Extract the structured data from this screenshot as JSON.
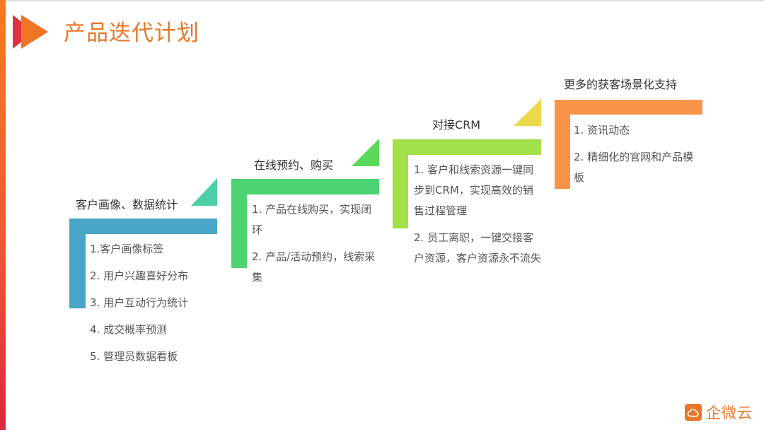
{
  "page": {
    "title": "产品迭代计划",
    "accent_color": "#e8772a"
  },
  "steps": [
    {
      "title": "客户画像、数据统计",
      "bar_color": "#4aa6c6",
      "triangle_color": "#4ecfa8",
      "items": [
        "1.客户画像标签",
        "2. 用户兴趣喜好分布",
        "3. 用户互动行为统计",
        "4. 成交概率预测",
        "5. 管理员数据看板"
      ]
    },
    {
      "title": "在线预约、购买",
      "bar_color": "#4cd472",
      "triangle_color": "#5ad85a",
      "items": [
        "1. 产品在线购买，实现闭环",
        "2. 产品/活动预约，线索采集"
      ]
    },
    {
      "title": "对接CRM",
      "bar_color": "#a3e04a",
      "triangle_color": "#ecd94a",
      "items": [
        "1. 客户和线索资源一键同步到CRM，实现高效的销售过程管理",
        "2. 员工离职，一键交接客户资源，客户资源永不流失"
      ]
    },
    {
      "title": "更多的获客场景化支持",
      "bar_color": "#f7944a",
      "items": [
        "1. 资讯动态",
        "2. 精细化的官网和产品模板"
      ]
    }
  ],
  "footer": {
    "logo_icon": "cloud-icon",
    "logo_text": "企微云"
  }
}
